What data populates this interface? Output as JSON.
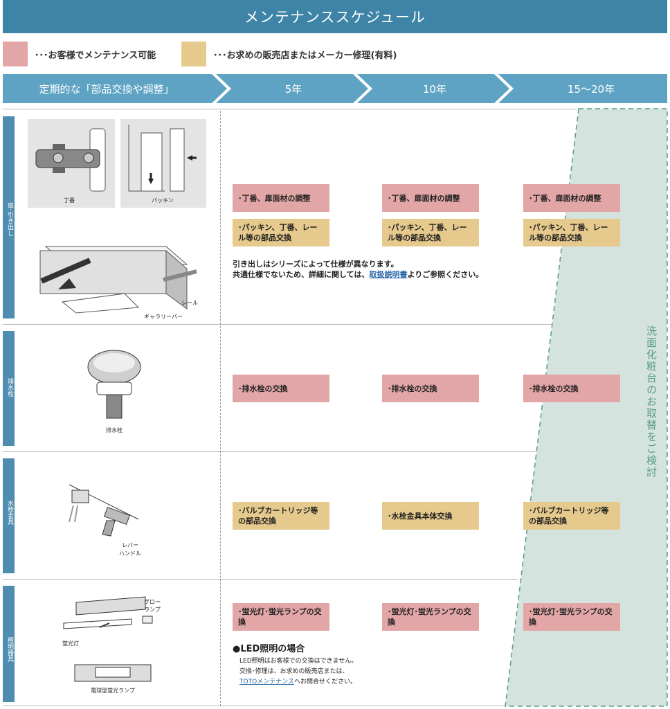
{
  "title": "メンテナンススケジュール",
  "legend": [
    {
      "color": "#e3a6a6",
      "text": "･･･お客様でメンテナンス可能"
    },
    {
      "color": "#e6c98c",
      "text": "･･･お求めの販売店またはメーカー修理(有料)"
    }
  ],
  "header": {
    "col0": "定期的な「部品交換や調整」",
    "col1": "5年",
    "col2": "10年",
    "col3": "15〜20年",
    "color": "#5fa3c4"
  },
  "rows": {
    "door": {
      "tab": "扉･引き出し",
      "captions": {
        "hinge": "丁番",
        "packing": "パッキン",
        "rail": "レール",
        "gallery": "ギャラリーバー"
      },
      "cells": {
        "pink": "･丁番、扉面材の調整",
        "yellow": "･パッキン、丁番、レール等の部品交換"
      },
      "note_line1": "引き出しはシリーズによって仕様が異なります。",
      "note_line2_pre": "共通仕様でないため、詳細に関しては、",
      "note_link": "取扱説明書",
      "note_line2_post": "よりご参照ください。"
    },
    "drain": {
      "tab": "排水栓",
      "caption": "排水栓",
      "cells": {
        "pink": "･排水栓の交換"
      }
    },
    "faucet": {
      "tab": "水栓金具",
      "caption_lever": "レバー",
      "caption_handle": "ハンドル",
      "cells": {
        "col1": "･バルブカートリッジ等の部品交換",
        "col2": "･水栓金具本体交換",
        "col3": "･バルブカートリッジ等の部品交換"
      }
    },
    "light": {
      "tab": "照明器具",
      "captions": {
        "glow1": "グロー",
        "glow2": "ランプ",
        "fluor": "蛍光灯",
        "bulb": "電球型蛍光ランプ"
      },
      "cells": {
        "pink": "･蛍光灯･蛍光ランプの交換"
      },
      "led_heading": "●LED照明の場合",
      "led_line1": "LED照明はお客様での交換はできません。",
      "led_line2": "交換･修理は、お求めの販売店または、",
      "led_link": "TOTOメンテナンス",
      "led_line3_post": "へお問合せください。"
    }
  },
  "consider_text": "洗面化粧台のお取替をご検討"
}
